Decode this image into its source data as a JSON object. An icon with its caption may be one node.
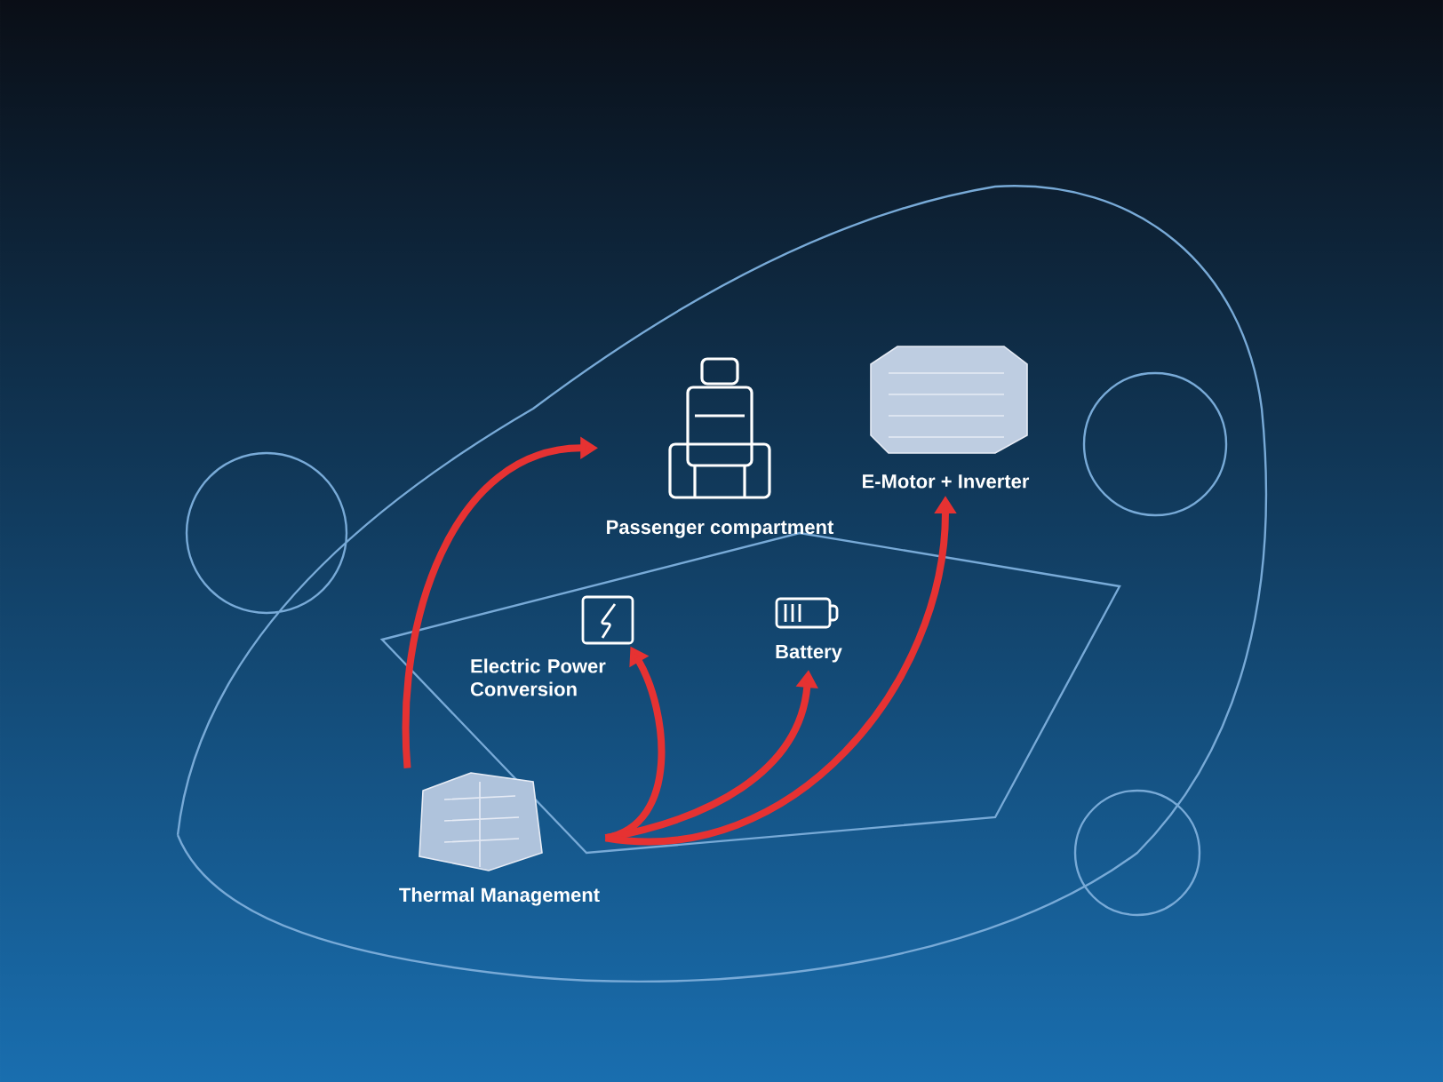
{
  "diagram": {
    "nodes": [
      {
        "text": [
          "Passenger compartment"
        ]
      },
      {
        "text": [
          "E-Motor + Inverter"
        ]
      },
      {
        "text": [
          "Electric Power Conversion"
        ]
      },
      {
        "text": [
          "Battery"
        ]
      },
      {
        "text": [
          "Thermal Management"
        ]
      }
    ],
    "edges": [
      {
        "from": 4,
        "to": 0,
        "arrow": "to"
      },
      {
        "from": 4,
        "to": 2,
        "arrow": "to"
      },
      {
        "from": 4,
        "to": 3,
        "arrow": "to"
      },
      {
        "from": 4,
        "to": 1,
        "arrow": "to"
      }
    ]
  }
}
